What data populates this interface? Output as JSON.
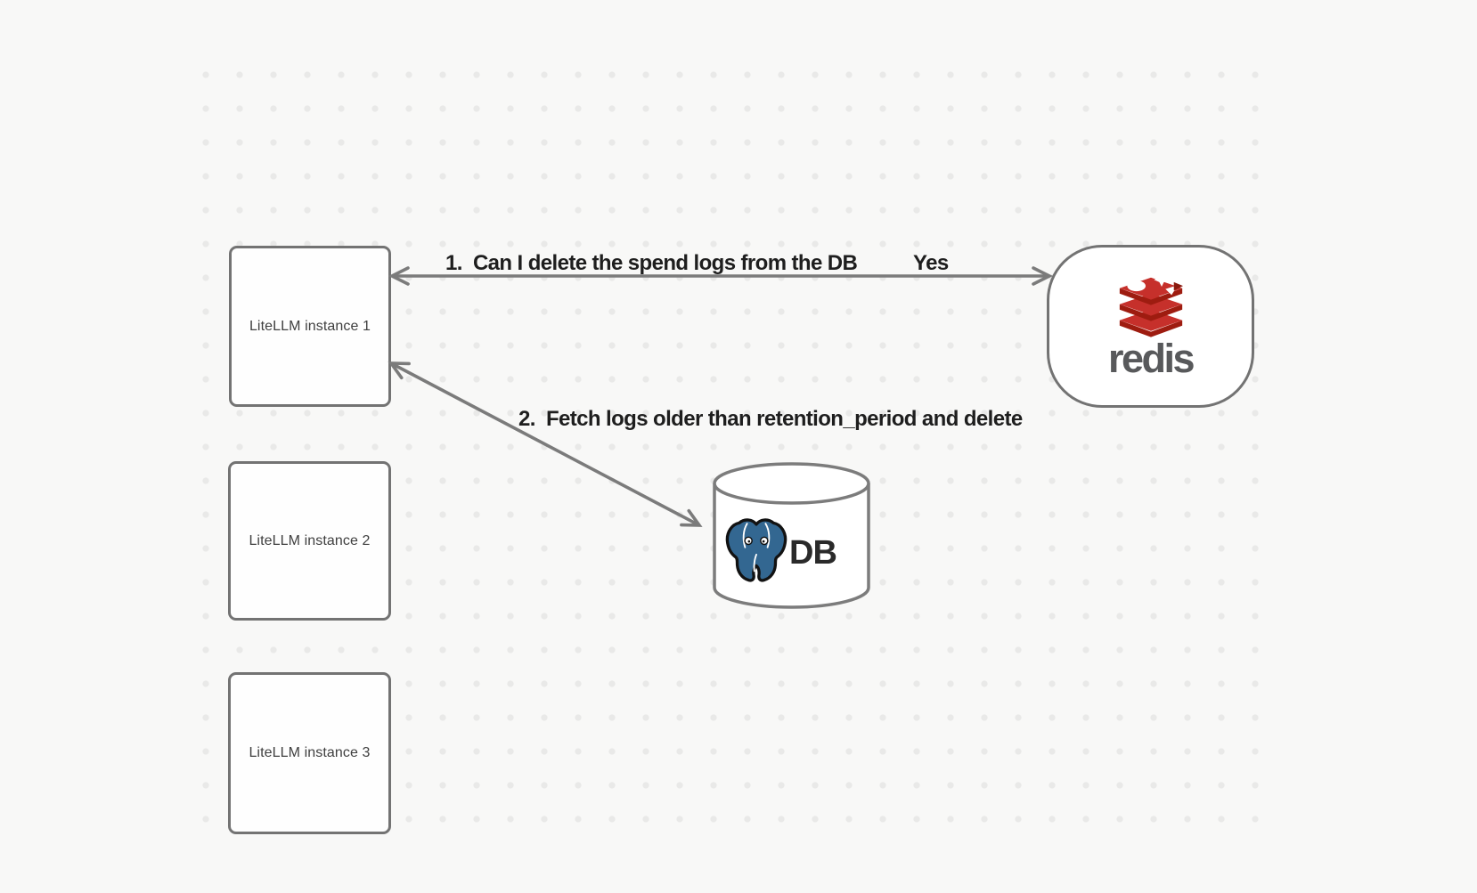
{
  "canvas": {
    "background": "#f8f8f7",
    "dot_color": "#e9e9e8",
    "stroke_gray": "#7b7b7b"
  },
  "nodes": {
    "litellm_instances": [
      {
        "label": "LiteLLM instance 1"
      },
      {
        "label": "LiteLLM instance 2"
      },
      {
        "label": "LiteLLM instance 3"
      }
    ],
    "redis": {
      "wordmark": "redis",
      "logo": "redis-stack-icon",
      "colors": {
        "red": "#C6302B",
        "dark_red": "#9E1C10",
        "wordmark_gray": "#58595b"
      }
    },
    "db": {
      "label": "DB",
      "logo": "postgresql-elephant-icon",
      "colors": {
        "blue": "#336791"
      }
    }
  },
  "edges": [
    {
      "id": "redis-question",
      "label": "1.  Can I delete the spend logs from the DB",
      "response": "Yes",
      "direction": "bidirectional"
    },
    {
      "id": "db-fetch",
      "label": "2.  Fetch logs older than retention_period and delete",
      "direction": "bidirectional"
    }
  ]
}
